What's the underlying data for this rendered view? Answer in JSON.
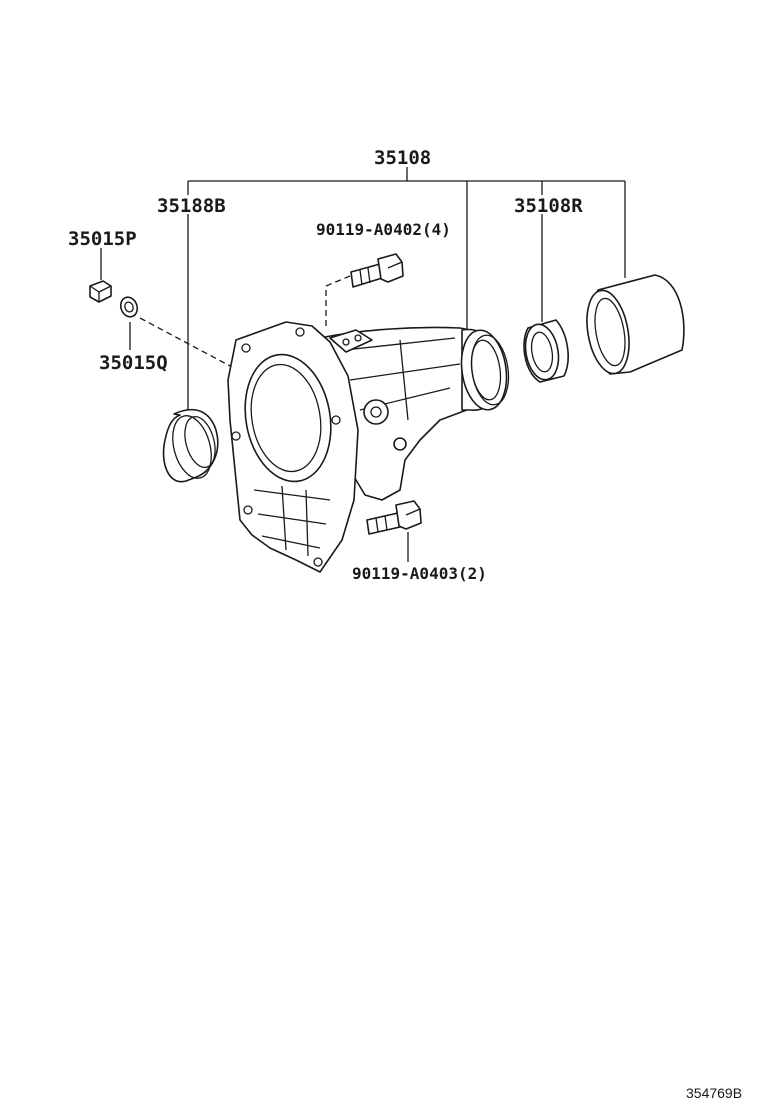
{
  "diagram": {
    "labels": {
      "assembly": "35108",
      "oil_seal": "35188B",
      "plug": "35015P",
      "gasket": "35015Q",
      "bolt_upper": "90119-A0402(4)",
      "bushing": "35108R",
      "bolt_lower": "90119-A0403(2)"
    },
    "figure_id": "354769B"
  }
}
